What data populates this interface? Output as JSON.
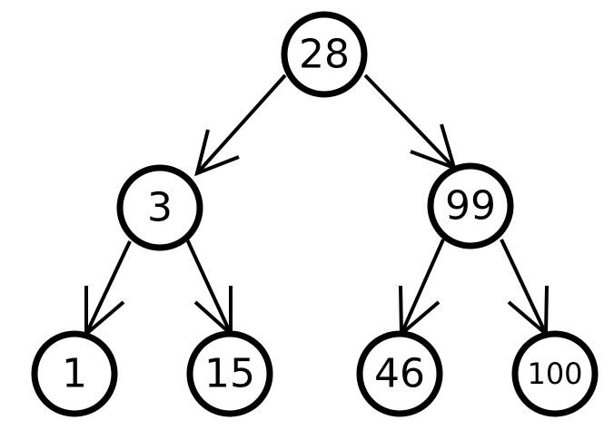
{
  "nodes": [
    {
      "id": "n28",
      "label": "28"
    },
    {
      "id": "n3",
      "label": "3"
    },
    {
      "id": "n99",
      "label": "99"
    },
    {
      "id": "n1",
      "label": "1"
    },
    {
      "id": "n15",
      "label": "15"
    },
    {
      "id": "n46",
      "label": "46"
    },
    {
      "id": "n100",
      "label": "100"
    }
  ],
  "edges": [
    {
      "from": "n28",
      "to": "n3"
    },
    {
      "from": "n28",
      "to": "n99"
    },
    {
      "from": "n3",
      "to": "n1"
    },
    {
      "from": "n3",
      "to": "n15"
    },
    {
      "from": "n99",
      "to": "n46"
    },
    {
      "from": "n99",
      "to": "n100"
    }
  ]
}
